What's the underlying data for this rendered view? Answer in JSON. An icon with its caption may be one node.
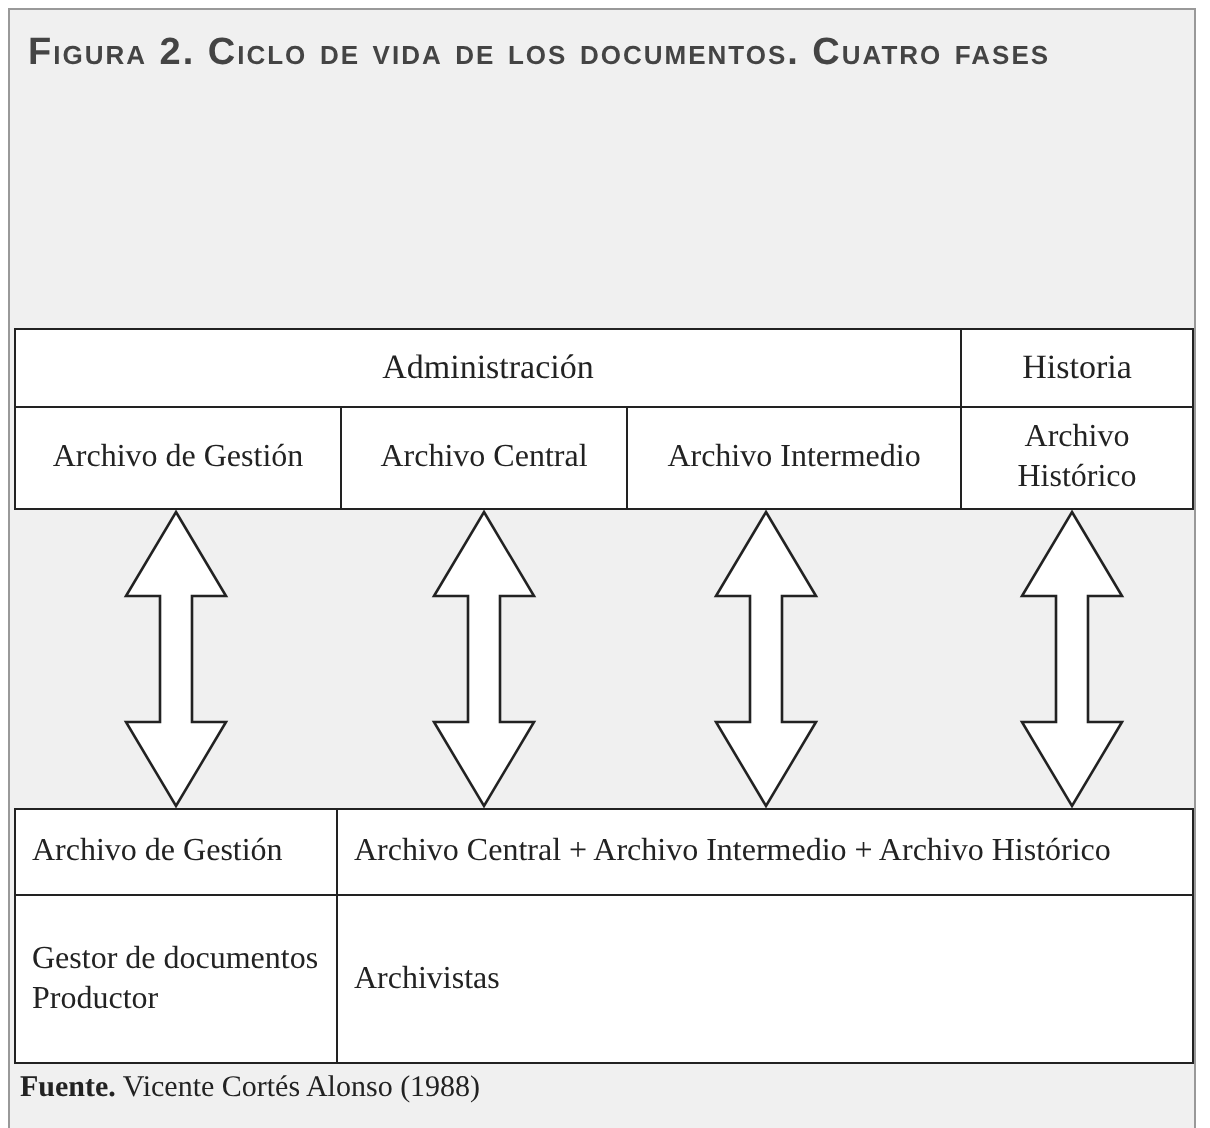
{
  "diagram": {
    "title": "Figura 2. Ciclo de vida de los documentos. Cuatro fases",
    "caption": "**Fuente.** Vicente Cortés Alonso (1988)",
    "nodes": [
      {
        "text": [
          "Administración"
        ]
      },
      {
        "text": [
          "Historia"
        ]
      },
      {
        "text": [
          "Archivo de Gestión"
        ]
      },
      {
        "text": [
          "Archivo Central"
        ]
      },
      {
        "text": [
          "Archivo Intermedio"
        ]
      },
      {
        "text": [
          "Archivo Histórico"
        ]
      },
      {
        "text": [
          "Archivo de Gestión"
        ]
      },
      {
        "text": [
          "Archivo Central + Archivo Intermedio + Archivo Histórico"
        ]
      },
      {
        "text": [
          "Gestor de documentos Productor"
        ]
      },
      {
        "text": [
          "Archivistas"
        ]
      }
    ],
    "edges": [
      {
        "from": 2,
        "to": 6,
        "arrow": "both"
      },
      {
        "from": 3,
        "to": 7,
        "arrow": "both"
      },
      {
        "from": 4,
        "to": 7,
        "arrow": "both"
      },
      {
        "from": 5,
        "to": 7,
        "arrow": "both"
      }
    ]
  }
}
